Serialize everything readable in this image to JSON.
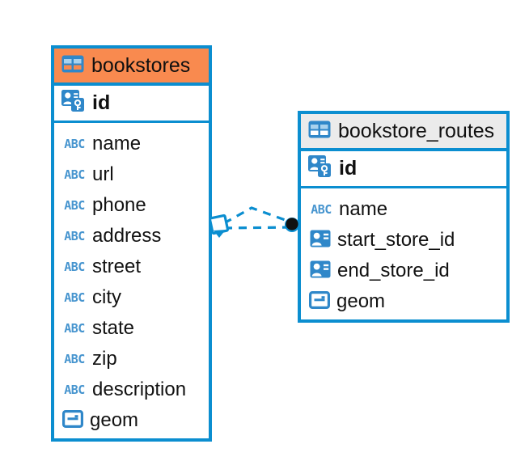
{
  "diagram": {
    "type": "entity-relationship-diagram",
    "accent_color": "#0b8ed0",
    "header_highlight_color": "#f98a4f",
    "header_default_color": "#ebebeb",
    "entities": [
      {
        "name": "bookstores",
        "header_style": "accent-orange",
        "table_icon": "table-icon",
        "primary_key": {
          "label": "id",
          "icon": "primary-key-icon"
        },
        "fields": [
          {
            "label": "name",
            "icon": "abc-text-icon",
            "type": "text"
          },
          {
            "label": "url",
            "icon": "abc-text-icon",
            "type": "text"
          },
          {
            "label": "phone",
            "icon": "abc-text-icon",
            "type": "text"
          },
          {
            "label": "address",
            "icon": "abc-text-icon",
            "type": "text"
          },
          {
            "label": "street",
            "icon": "abc-text-icon",
            "type": "text"
          },
          {
            "label": "city",
            "icon": "abc-text-icon",
            "type": "text"
          },
          {
            "label": "state",
            "icon": "abc-text-icon",
            "type": "text"
          },
          {
            "label": "zip",
            "icon": "abc-text-icon",
            "type": "text"
          },
          {
            "label": "description",
            "icon": "abc-text-icon",
            "type": "text"
          },
          {
            "label": "geom",
            "icon": "geometry-icon",
            "type": "geometry"
          }
        ]
      },
      {
        "name": "bookstore_routes",
        "header_style": "accent-gray",
        "table_icon": "table-icon",
        "primary_key": {
          "label": "id",
          "icon": "primary-key-icon"
        },
        "fields": [
          {
            "label": "name",
            "icon": "abc-text-icon",
            "type": "text"
          },
          {
            "label": "start_store_id",
            "icon": "foreign-key-icon",
            "type": "reference"
          },
          {
            "label": "end_store_id",
            "icon": "foreign-key-icon",
            "type": "reference"
          },
          {
            "label": "geom",
            "icon": "geometry-icon",
            "type": "geometry"
          }
        ]
      }
    ],
    "relationship": {
      "from": "bookstores",
      "to": "bookstore_routes",
      "line_style": "dashed",
      "source_marker": "diamond-marker",
      "target_marker": "filled-circle-marker",
      "line_color": "#0b8ed0",
      "target_marker_color": "#101010"
    }
  }
}
